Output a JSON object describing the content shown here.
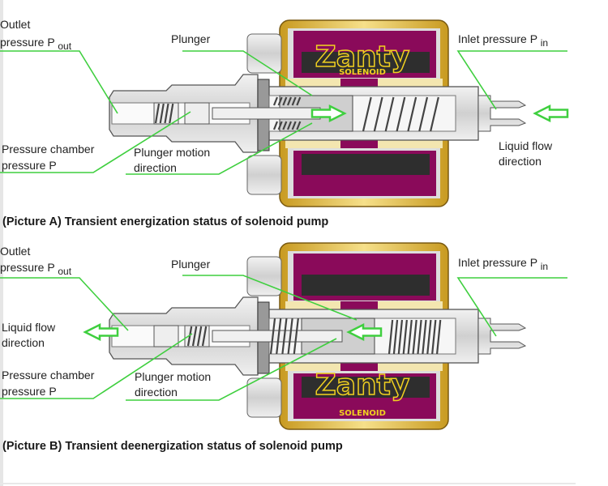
{
  "colors": {
    "leader": "#3fcf3f",
    "gold": "#d8b030",
    "purple": "#8a0a5a",
    "dark": "#2e2e2e",
    "metal": "#d9d9d9"
  },
  "pictureA": {
    "outlet_line1": "Outlet",
    "outlet_line2": "pressure P",
    "outlet_sub": "out",
    "plunger": "Plunger",
    "inlet": "Inlet pressure P",
    "inlet_sub": "in",
    "chamber_line1": "Pressure chamber",
    "chamber_line2": "pressure P",
    "motion_line1": "Plunger motion",
    "motion_line2": "direction",
    "flow_line1": "Liquid flow",
    "flow_line2": "direction",
    "logo": "Zanty",
    "logo_sub": "SOLENOID",
    "caption": "(Picture A) Transient energization status of solenoid pump"
  },
  "pictureB": {
    "outlet_line1": "Outlet",
    "outlet_line2": "pressure P",
    "outlet_sub": "out",
    "plunger": "Plunger",
    "inlet": "Inlet pressure P",
    "inlet_sub": "in",
    "chamber_line1": "Pressure chamber",
    "chamber_line2": "pressure P",
    "motion_line1": "Plunger motion",
    "motion_line2": "direction",
    "flow_line1": "Liquid flow",
    "flow_line2": "direction",
    "logo": "Zanty",
    "logo_sub": "SOLENOID",
    "caption": "(Picture B) Transient deenergization status of solenoid pump"
  }
}
